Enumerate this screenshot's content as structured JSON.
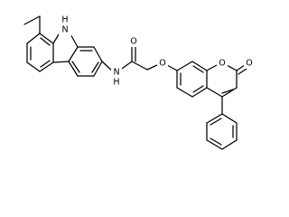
{
  "atoms": {
    "nh_carbazole": {
      "label": "N",
      "sub": "H"
    },
    "n_amide": {
      "label": "N",
      "sub": "H"
    },
    "o_carbonyl_amide": {
      "label": "O"
    },
    "o_ether": {
      "label": "O"
    },
    "o_ring": {
      "label": "O"
    },
    "o_carbonyl_lactone": {
      "label": "O"
    }
  },
  "colors": {
    "bond": "#000000",
    "background": "#ffffff"
  }
}
